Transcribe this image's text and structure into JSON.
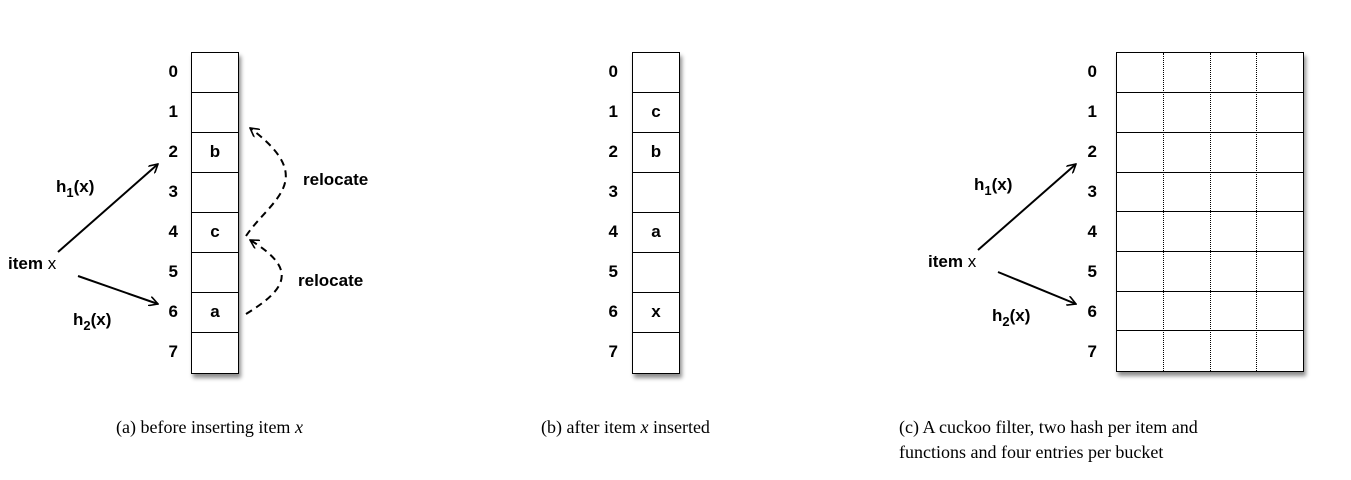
{
  "panels": [
    {
      "id": "a",
      "indices": [
        "0",
        "1",
        "2",
        "3",
        "4",
        "5",
        "6",
        "7"
      ],
      "cells": [
        "",
        "",
        "b",
        "",
        "c",
        "",
        "a",
        ""
      ],
      "item_label_bold": "item",
      "item_label_var": "x",
      "h1_label_base": "h",
      "h1_label_sub": "1",
      "h1_label_arg": "(x)",
      "h2_label_base": "h",
      "h2_label_sub": "2",
      "h2_label_arg": "(x)",
      "relocate_upper": "relocate",
      "relocate_lower": "relocate",
      "caption_prefix": "(a)  before inserting item ",
      "caption_var": "x"
    },
    {
      "id": "b",
      "indices": [
        "0",
        "1",
        "2",
        "3",
        "4",
        "5",
        "6",
        "7"
      ],
      "cells": [
        "",
        "c",
        "b",
        "",
        "a",
        "",
        "x",
        ""
      ],
      "caption_prefix": "(b)  after item ",
      "caption_var": "x",
      "caption_suffix": " inserted"
    },
    {
      "id": "c",
      "indices": [
        "0",
        "1",
        "2",
        "3",
        "4",
        "5",
        "6",
        "7"
      ],
      "item_label_bold": "item",
      "item_label_var": "x",
      "h1_label_base": "h",
      "h1_label_sub": "1",
      "h1_label_arg": "(x)",
      "h2_label_base": "h",
      "h2_label_sub": "2",
      "h2_label_arg": "(x)",
      "caption_line1": "(c)  A cuckoo filter, two hash per item and",
      "caption_line2": "functions and four entries per bucket"
    }
  ]
}
